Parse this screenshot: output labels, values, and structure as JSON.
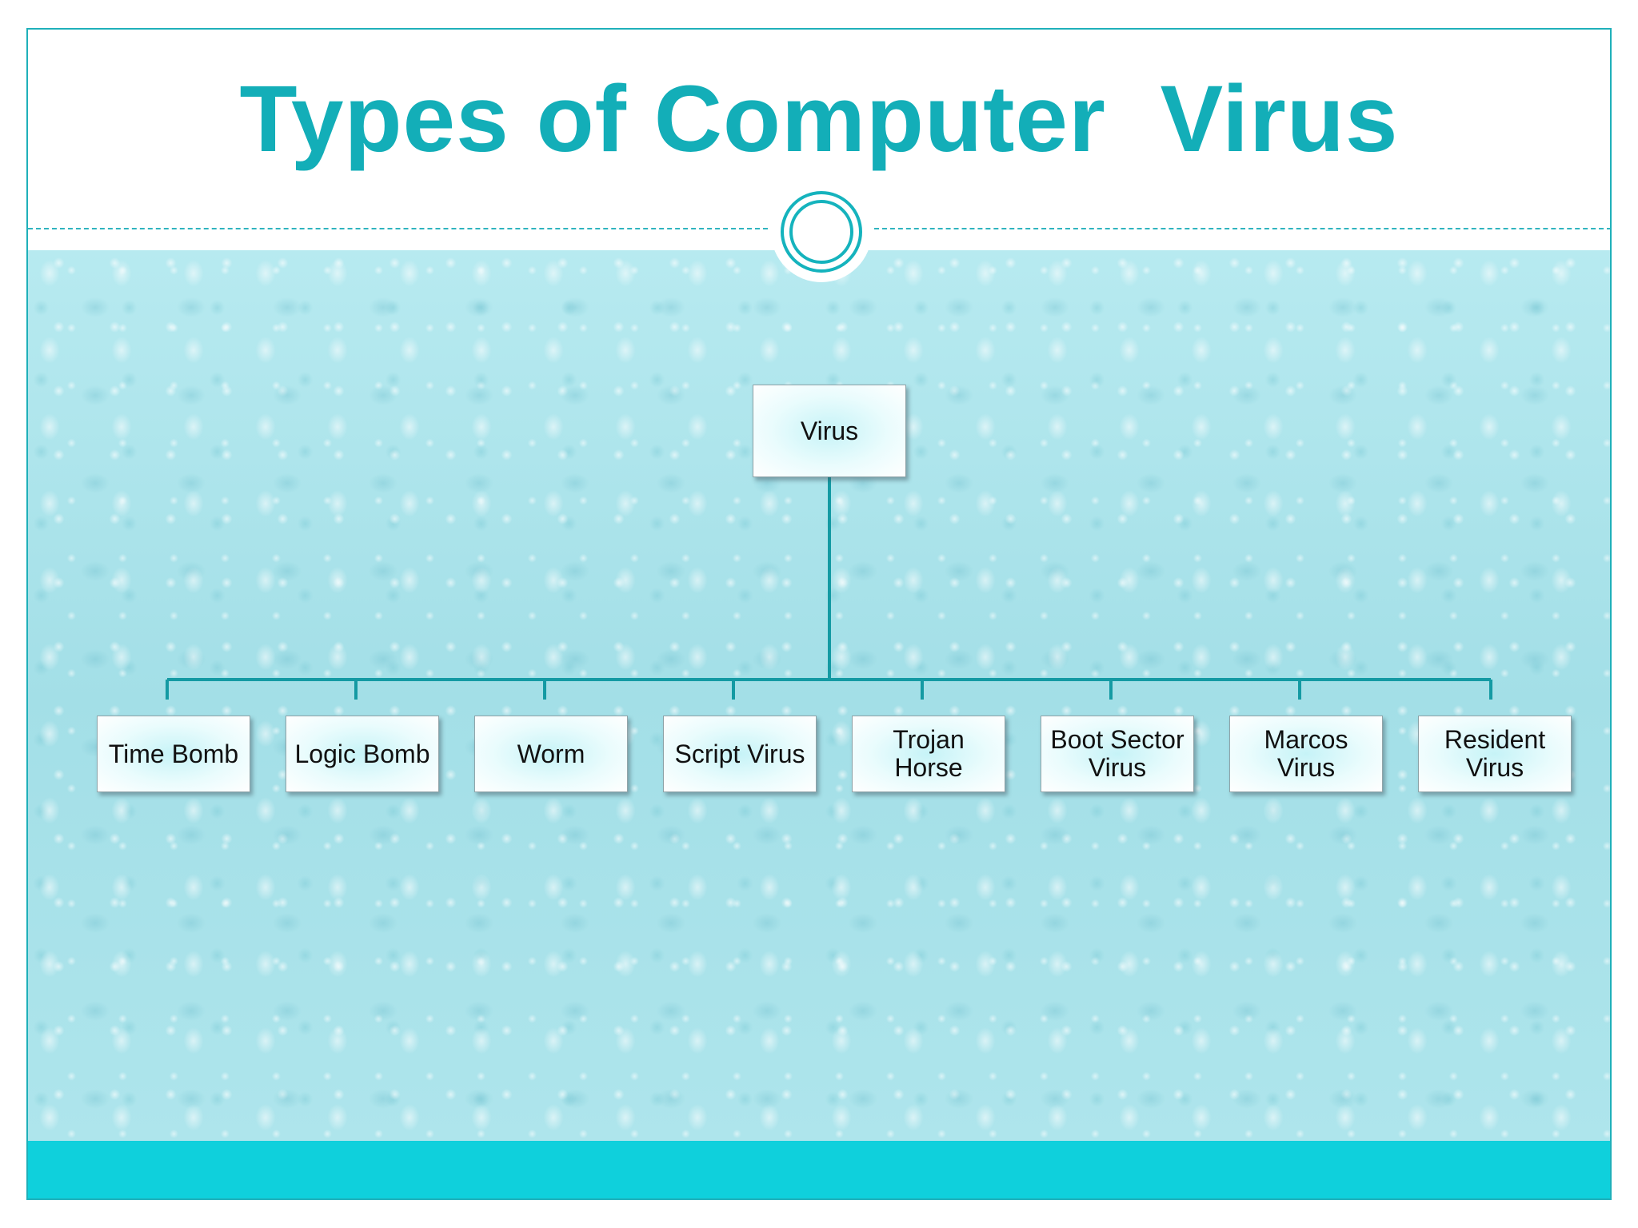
{
  "slide": {
    "title": "Types of Computer  Virus"
  },
  "diagram": {
    "root": {
      "label": "Virus"
    },
    "children": [
      {
        "label": "Time Bomb"
      },
      {
        "label": "Logic Bomb"
      },
      {
        "label": "Worm"
      },
      {
        "label": "Script Virus"
      },
      {
        "label": "Trojan\nHorse"
      },
      {
        "label": "Boot Sector\nVirus"
      },
      {
        "label": "Marcos\nVirus"
      },
      {
        "label": "Resident\nVirus"
      }
    ]
  },
  "colors": {
    "accent": "#13aeb8",
    "footer": "#0fd0dc",
    "connector": "#149aa3",
    "background": "#a8e3ea"
  }
}
